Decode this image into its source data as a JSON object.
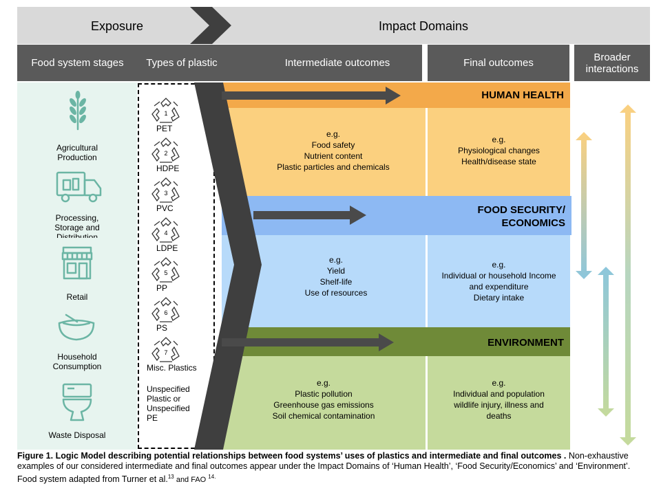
{
  "top_bar": {
    "exposure": "Exposure",
    "impact_domains": "Impact Domains"
  },
  "column_headers": {
    "food_system_stages": "Food system stages",
    "types_of_plastic": "Types of plastic",
    "intermediate_outcomes": "Intermediate outcomes",
    "final_outcomes": "Final outcomes",
    "broader_interactions": "Broader\ninteractions"
  },
  "stages": [
    {
      "label": "Agricultural\nProduction",
      "icon": "wheat-icon"
    },
    {
      "label": "Processing,\nStorage and\nDistribution",
      "icon": "truck-icon"
    },
    {
      "label": "Retail",
      "icon": "store-icon"
    },
    {
      "label": "Household\nConsumption",
      "icon": "bowl-icon"
    },
    {
      "label": "Waste Disposal",
      "icon": "toilet-icon"
    }
  ],
  "plastics": [
    {
      "code": "1",
      "label": "PET"
    },
    {
      "code": "2",
      "label": "HDPE"
    },
    {
      "code": "3",
      "label": "PVC"
    },
    {
      "code": "4",
      "label": "LDPE"
    },
    {
      "code": "5",
      "label": "PP"
    },
    {
      "code": "6",
      "label": "PS"
    },
    {
      "code": "7",
      "label": "Misc. Plastics"
    }
  ],
  "unspecified_plastic": "Unspecified\nPlastic or\nUnspecified\nPE",
  "domains": [
    {
      "title": "HUMAN HEALTH",
      "intermediate": "e.g.\nFood safety\nNutrient content\nPlastic particles and chemicals",
      "final": "e.g.\nPhysiological changes\nHealth/disease state",
      "colors": {
        "band": "#f3a94a",
        "cell": "#fbd07f",
        "arrow": "#4a4a4a"
      }
    },
    {
      "title": "FOOD SECURITY/\nECONOMICS",
      "intermediate": "e.g.\nYield\nShelf-life\nUse of resources",
      "final": "e.g.\nIndividual  or household Income\nand expenditure\nDietary intake",
      "colors": {
        "band": "#8db9f3",
        "cell": "#b7dafa",
        "arrow": "#4a4a4a"
      }
    },
    {
      "title": "ENVIRONMENT",
      "intermediate": "e.g.\nPlastic pollution\nGreenhouse gas emissions\nSoil chemical contamination",
      "final": "e.g.\nIndividual  and population\nwildlife injury, illness and\ndeaths",
      "colors": {
        "band": "#6f8a38",
        "cell": "#c5da9c",
        "arrow": "#4a4a4a"
      }
    }
  ],
  "caption": {
    "bold": "Figure 1. Logic Model describing potential relationships between food systems’ uses of plastics and intermediate and final outcomes .",
    "text": "  Non-exhaustive  examples of our considered intermediate and final outcomes appear under the Impact Domains of ‘Human Health’, ‘Food Security/Economics’ and ‘Environment’.  Food system adapted from Turner  et al.",
    "ref1": "13",
    "text2": " and FAO ",
    "ref2": "14."
  },
  "colors": {
    "header_gray": "#5a5a5a",
    "top_bar_gray": "#d9d9d9",
    "chevron": "#3f3f3f",
    "stages_bg": "#e7f4ef",
    "icon_teal": "#6bb5a4"
  }
}
